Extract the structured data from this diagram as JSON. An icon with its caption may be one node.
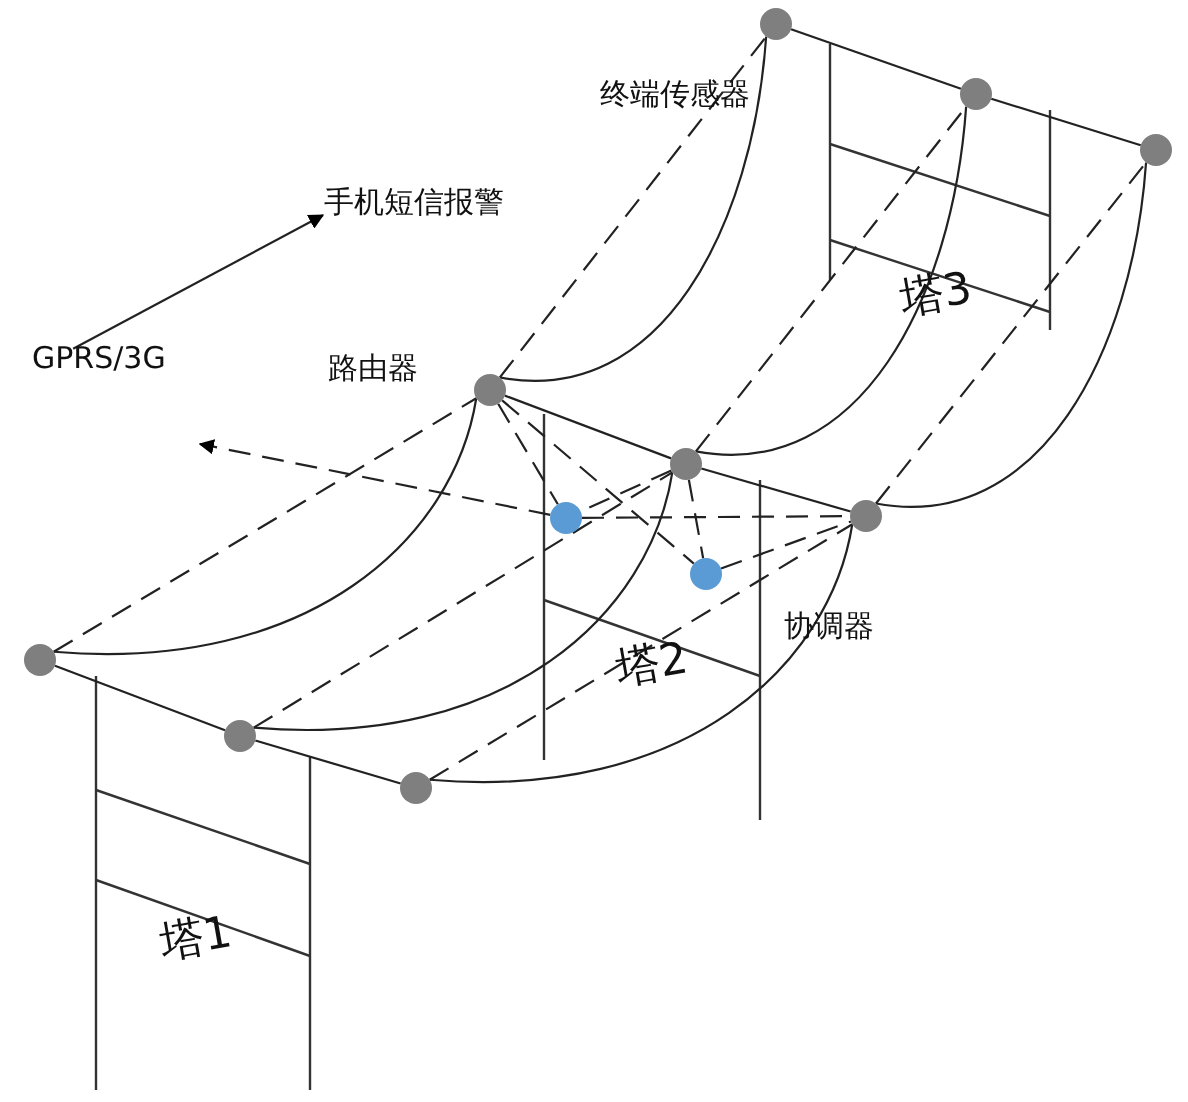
{
  "diagram": {
    "nodes": [
      {
        "text": [
          "手机短信报警"
        ]
      },
      {
        "text": [
          "GPRS/3G"
        ]
      },
      {
        "text": [],
        "shape": "circle"
      },
      {
        "text": [],
        "shape": "circle"
      },
      {
        "text": [],
        "shape": "circle"
      },
      {
        "text": [],
        "shape": "circle",
        "beside": [
          "路由器"
        ]
      },
      {
        "text": [],
        "shape": "circle"
      },
      {
        "text": [],
        "shape": "circle"
      },
      {
        "text": [],
        "shape": "circle"
      },
      {
        "text": [],
        "shape": "circle"
      },
      {
        "text": [],
        "shape": "circle"
      },
      {
        "text": [],
        "shape": "circle"
      },
      {
        "text": [],
        "shape": "circle",
        "beside": [
          "协调器"
        ]
      }
    ],
    "edges": [
      {
        "from": 1,
        "to": 0,
        "arrow": "to"
      },
      {
        "from": 11,
        "to": null,
        "arrow": "to",
        "style": "dashed"
      },
      {
        "from": 8,
        "to": 5,
        "arrow": "none"
      },
      {
        "from": 5,
        "to": 2,
        "arrow": "none"
      },
      {
        "from": 9,
        "to": 6,
        "arrow": "none"
      },
      {
        "from": 6,
        "to": 3,
        "arrow": "none"
      },
      {
        "from": 10,
        "to": 7,
        "arrow": "none"
      },
      {
        "from": 7,
        "to": 4,
        "arrow": "none"
      },
      {
        "from": 8,
        "to": 5,
        "arrow": "none",
        "style": "dashed"
      },
      {
        "from": 5,
        "to": 2,
        "arrow": "none",
        "style": "dashed"
      },
      {
        "from": 9,
        "to": 6,
        "arrow": "none",
        "style": "dashed"
      },
      {
        "from": 6,
        "to": 3,
        "arrow": "none",
        "style": "dashed"
      },
      {
        "from": 10,
        "to": 7,
        "arrow": "none",
        "style": "dashed"
      },
      {
        "from": 7,
        "to": 4,
        "arrow": "none",
        "style": "dashed"
      },
      {
        "from": 5,
        "to": 11,
        "arrow": "none",
        "style": "dashed"
      },
      {
        "from": 5,
        "to": 12,
        "arrow": "none",
        "style": "dashed"
      },
      {
        "from": 6,
        "to": 11,
        "arrow": "none",
        "style": "dashed"
      },
      {
        "from": 6,
        "to": 12,
        "arrow": "none",
        "style": "dashed"
      },
      {
        "from": 11,
        "to": 7,
        "arrow": "none",
        "style": "dashed"
      },
      {
        "from": 12,
        "to": 7,
        "arrow": "none",
        "style": "dashed"
      },
      {
        "from": 8,
        "to": 9,
        "arrow": "none"
      },
      {
        "from": 9,
        "to": 10,
        "arrow": "none"
      },
      {
        "from": 5,
        "to": 6,
        "arrow": "none"
      },
      {
        "from": 6,
        "to": 7,
        "arrow": "none"
      },
      {
        "from": 2,
        "to": 3,
        "arrow": "none"
      },
      {
        "from": 3,
        "to": 4,
        "arrow": "none"
      }
    ],
    "labels": [
      "终端传感器",
      "塔3",
      "塔2",
      "塔1"
    ]
  }
}
